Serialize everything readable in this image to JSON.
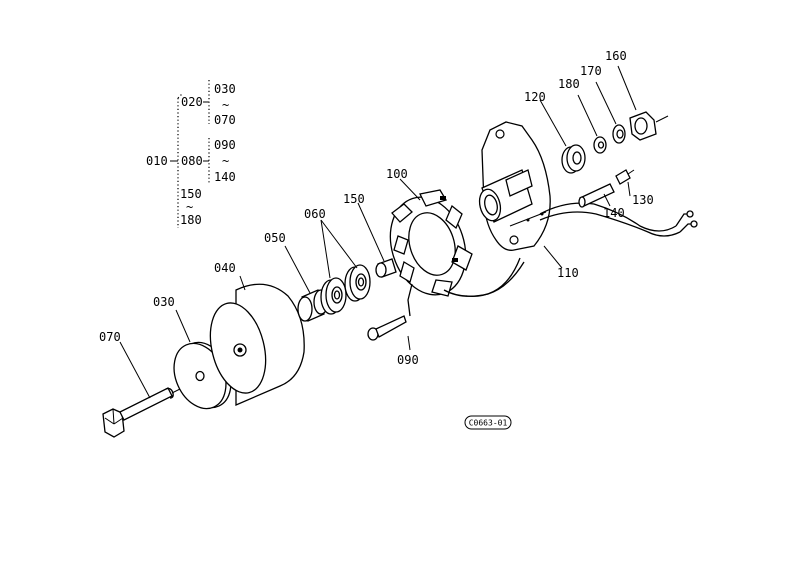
{
  "tree": {
    "root": "010",
    "nodes": [
      "020",
      "080",
      "150",
      "180"
    ],
    "sub_020": [
      "030",
      "070"
    ],
    "sub_080": [
      "090",
      "140"
    ],
    "tilde": "~"
  },
  "callouts": {
    "c030": "030",
    "c040": "040",
    "c050": "050",
    "c060": "060",
    "c070": "070",
    "c090": "090",
    "c100": "100",
    "c110": "110",
    "c120": "120",
    "c130": "130",
    "c140": "140",
    "c150": "150",
    "c160": "160",
    "c170": "170",
    "c180": "180"
  },
  "ref_code": "C0663-01"
}
